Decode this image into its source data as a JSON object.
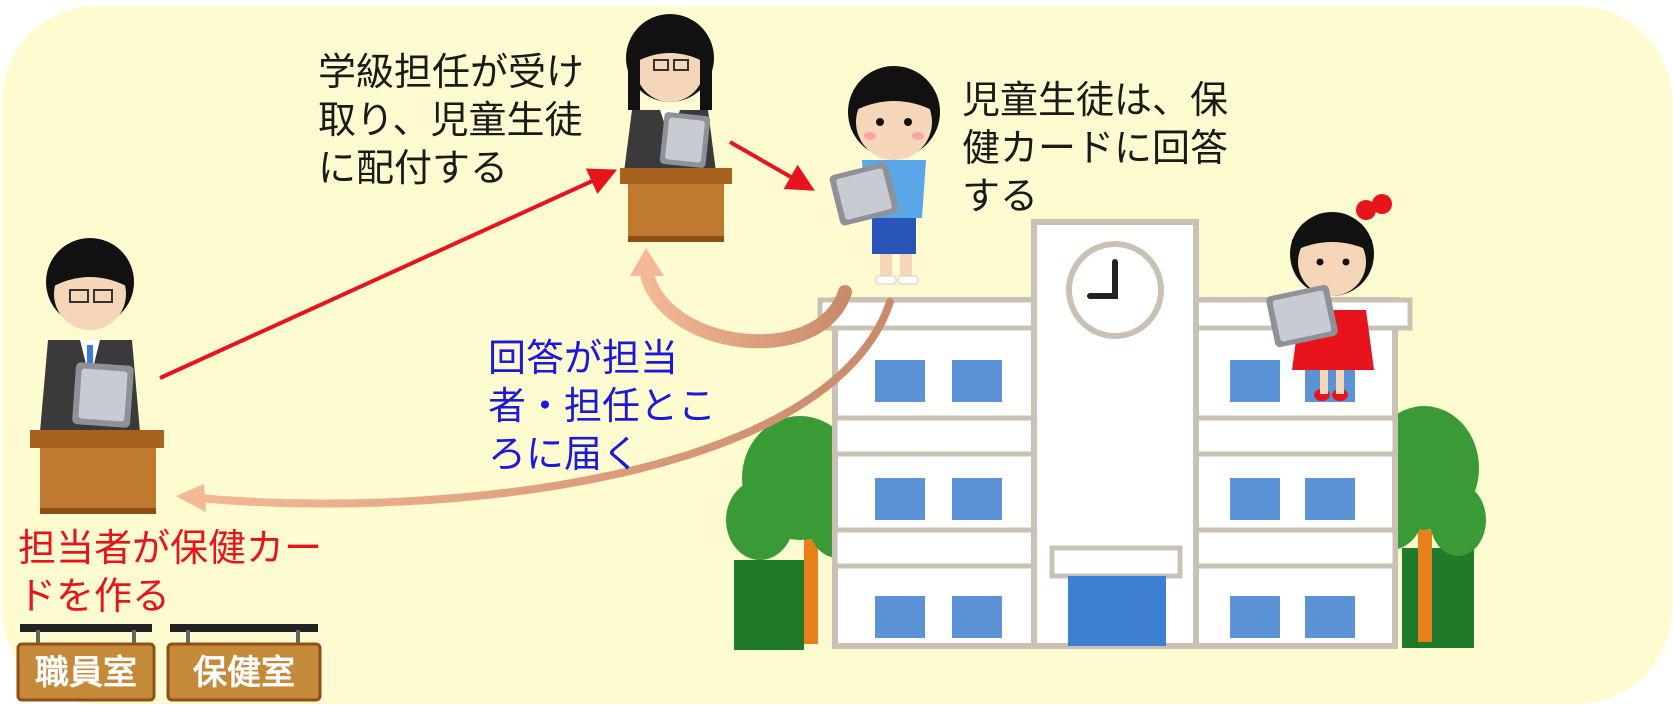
{
  "colors": {
    "background": "#fffbd0",
    "red_arrow": "#e8141c",
    "return_arrow": "#e89a78",
    "text_black": "#1a1a1a",
    "text_blue": "#1a1ad8",
    "text_red": "#e8141c",
    "desk": "#b8752a",
    "board": "#c48a3a"
  },
  "captions": {
    "homeroom_teacher": "学級担任が受け取り、児童生徒に配付する",
    "students": "児童生徒は、保健カードに回答する",
    "answers": "回答が担当者・担任ところに届く",
    "staff": "担当者が保健カードを作る"
  },
  "signs": {
    "staff_room": "職員室",
    "health_room": "保健室"
  },
  "icons": {
    "staff_member": "teacher-with-tablet-icon",
    "homeroom_teacher": "female-teacher-with-tablet-icon",
    "boy": "boy-with-tablet-icon",
    "girl": "girl-with-tablet-icon",
    "school": "school-building-icon",
    "trees": "tree-icon"
  }
}
